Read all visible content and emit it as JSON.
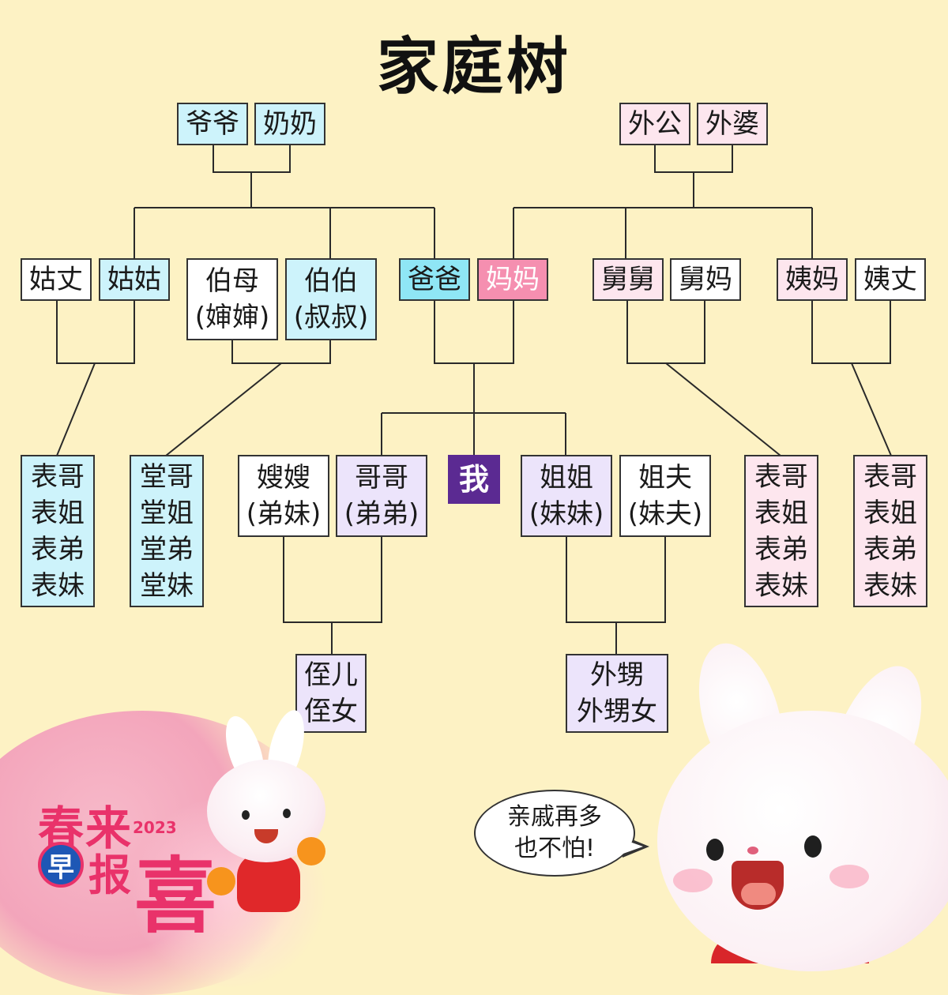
{
  "title": "家庭树",
  "nodes": {
    "grandpa": "爷爷",
    "grandma": "奶奶",
    "maternal_grandpa": "外公",
    "maternal_grandma": "外婆",
    "aunt_husband": "姑丈",
    "aunt": "姑姑",
    "uncle_wife": "伯母\n(婶婶)",
    "uncle": "伯伯\n(叔叔)",
    "dad": "爸爸",
    "mom": "妈妈",
    "maternal_uncle": "舅舅",
    "maternal_uncle_wife": "舅妈",
    "maternal_aunt": "姨妈",
    "maternal_aunt_husband": "姨丈",
    "cousins_paternal_aunt": "表哥\n表姐\n表弟\n表妹",
    "cousins_paternal_uncle": "堂哥\n堂姐\n堂弟\n堂妹",
    "sister_in_law": "嫂嫂\n(弟妹)",
    "brother": "哥哥\n(弟弟)",
    "me": "我",
    "sister": "姐姐\n(妹妹)",
    "brother_in_law": "姐夫\n(妹夫)",
    "cousins_maternal_uncle": "表哥\n表姐\n表弟\n表妹",
    "cousins_maternal_aunt": "表哥\n表姐\n表弟\n表妹",
    "nephew_niece": "侄儿\n侄女",
    "sisters_children": "外甥\n外甥女"
  },
  "speech_bubble": {
    "line1": "亲戚再多",
    "line2": "也不怕!"
  },
  "logo": {
    "line1": "春来",
    "year": "2023",
    "badge": "早",
    "bao": "报",
    "xi": "喜"
  }
}
